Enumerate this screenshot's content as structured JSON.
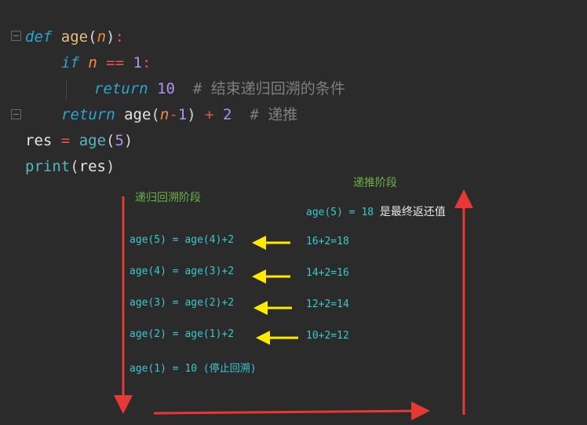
{
  "code": {
    "line1": {
      "def": "def",
      "name": "age",
      "open": "(",
      "param": "n",
      "close": ")",
      "colon": ":"
    },
    "line2": {
      "if": "if",
      "n": "n",
      "eq": "==",
      "one": "1",
      "colon": ":"
    },
    "line3": {
      "ret": "return",
      "ten": "10",
      "comment": "# 结束递归回溯的条件"
    },
    "line4": {
      "ret": "return",
      "call": "age",
      "open": "(",
      "n": "n",
      "minus": "-",
      "one": "1",
      "close": ")",
      "plus": "+",
      "two": "2",
      "comment": "# 递推"
    },
    "line5": {
      "res": "res",
      "eq": "=",
      "call": "age",
      "open": "(",
      "five": "5",
      "close": ")"
    },
    "line6": {
      "print": "print",
      "open": "(",
      "res": "res",
      "close": ")"
    }
  },
  "annotations": {
    "recursion_phase": "递归回溯阶段",
    "forward_phase": "递推阶段",
    "result_lhs": "age(5) = 18 ",
    "result_rhs": "是最终返还值",
    "steps": [
      "age(5) = age(4)+2",
      "age(4) = age(3)+2",
      "age(3) = age(2)+2",
      "age(2) = age(1)+2",
      "age(1) = 10 (停止回溯)"
    ],
    "sums": [
      "16+2=18",
      "14+2=16",
      "12+2=14",
      "10+2=12"
    ]
  },
  "colors": {
    "background": "#2b2b2b",
    "arrow_red": "#e53935",
    "arrow_yellow": "#ffeb00",
    "label_green": "#6cb04a",
    "label_cyan": "#37c8d1"
  }
}
